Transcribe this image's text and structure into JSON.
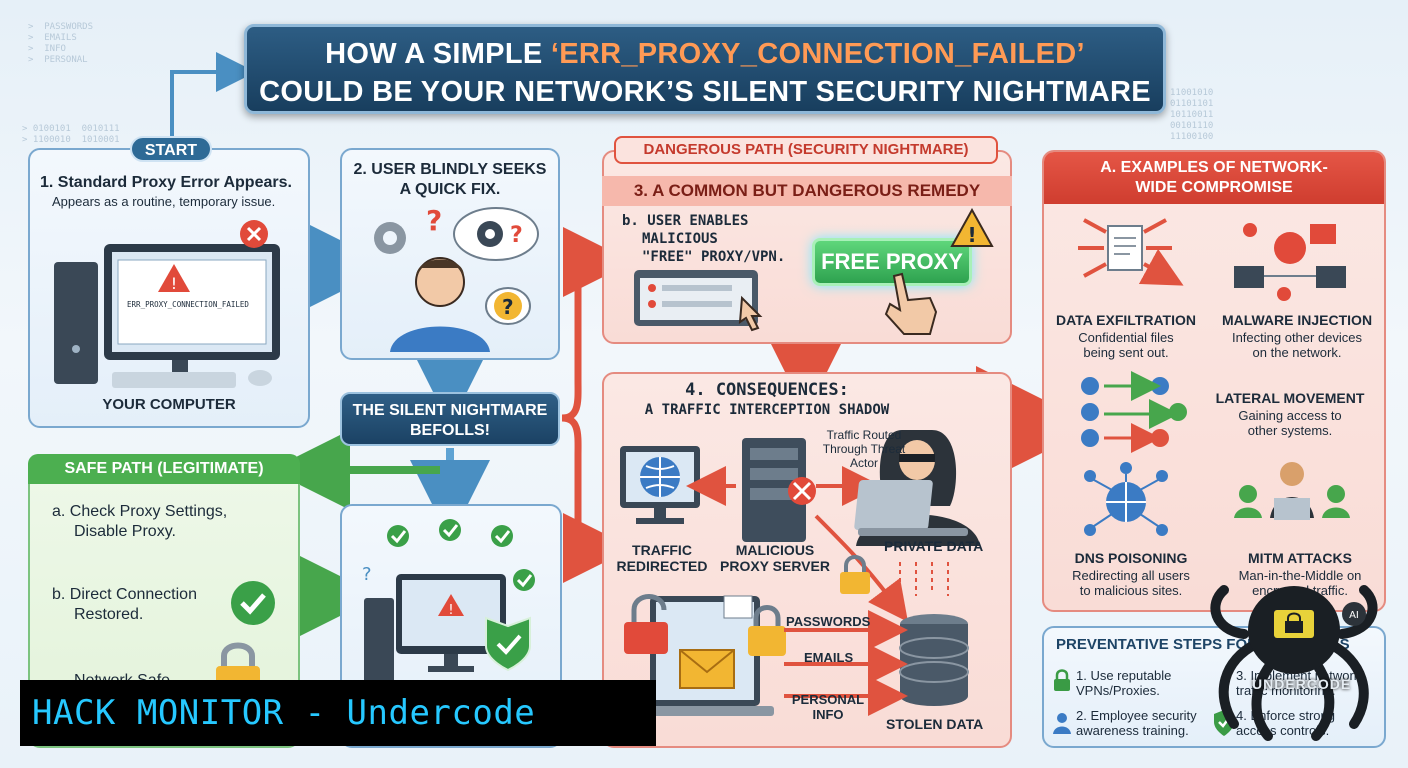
{
  "title": {
    "line1_pre": "HOW A SIMPLE ",
    "line1_hl": "‘ERR_PROXY_CONNECTION_FAILED’",
    "line2": "COULD BE YOUR NETWORK’S SILENT SECURITY NIGHTMARE"
  },
  "start": {
    "pill": "START",
    "step1_title": "1. Standard Proxy Error Appears.",
    "step1_sub": "Appears as a routine, temporary issue.",
    "error_code": "ERR_PROXY_CONNECTION_FAILED",
    "computer_label": "YOUR COMPUTER"
  },
  "step2": {
    "title_line1": "2. USER BLINDLY SEEKS",
    "title_line2": "A QUICK FIX."
  },
  "nightmare": {
    "line1": "THE SILENT NIGHTMARE",
    "line2": "BEFOLLS!"
  },
  "safe": {
    "header": "SAFE PATH (LEGITIMATE)",
    "a_line1": "a. Check Proxy Settings,",
    "a_line2": "Disable Proxy.",
    "b_line1": "b. Direct Connection",
    "b_line2": "Restored.",
    "c_partial": "Network Safe"
  },
  "danger": {
    "header": "DANGEROUS PATH (SECURITY NIGHTMARE)",
    "step3": "3. A COMMON BUT DANGEROUS REMEDY",
    "b_line1": "b. USER ENABLES",
    "b_line2": "MALICIOUS",
    "b_line3": "\"FREE\" PROXY/VPN.",
    "free_proxy": "FREE PROXY"
  },
  "consequences": {
    "title_line1": "4. CONSEQUENCES:",
    "title_line2": "A TRAFFIC INTERCEPTION SHADOW",
    "routed_line1": "Traffic Routed",
    "routed_line2": "Through Threat",
    "routed_line3": "Actor",
    "traffic_line1": "TRAFFIC",
    "traffic_line2": "REDIRECTED",
    "server_line1": "MALICIOUS",
    "server_line2": "PROXY SERVER",
    "private": "PRIVATE DATA",
    "passwords": "PASSWORDS",
    "emails": "EMAILS",
    "personal_line1": "PERSONAL",
    "personal_line2": "INFO",
    "stolen": "STOLEN DATA"
  },
  "examples": {
    "header_line1": "A. EXAMPLES OF NETWORK-",
    "header_line2": "WIDE COMPROMISE",
    "exfil_title": "DATA EXFILTRATION",
    "exfil_sub1": "Confidential files",
    "exfil_sub2": "being sent out.",
    "malware_title": "MALWARE INJECTION",
    "malware_sub1": "Infecting other devices",
    "malware_sub2": "on the network.",
    "lateral_title": "LATERAL MOVEMENT",
    "lateral_sub1": "Gaining access to",
    "lateral_sub2": "other systems.",
    "dns_title": "DNS POISONING",
    "dns_sub1": "Redirecting all users",
    "dns_sub2": "to malicious sites.",
    "mitm_title": "MITM ATTACKS",
    "mitm_sub1": "Man-in-the-Middle on",
    "mitm_sub2": "encrypted traffic."
  },
  "prevent": {
    "header": "PREVENTATIVE STEPS FOR NETWORKS",
    "s1_line1": "1. Use reputable",
    "s1_line2": "VPNs/Proxies.",
    "s2_line1": "2. Employee security",
    "s2_line2": "awareness training.",
    "s3_line1": "3. Implement network",
    "s3_line2": "traffic monitoring.",
    "s4_line1": "4. Enforce strong",
    "s4_line2": "access controls."
  },
  "banner": "HACK MONITOR - Undercode",
  "watermark": "UNDERCODE",
  "bg_code": {
    "left_block": ">  PASSWORDS\n>  EMAILS\n>  INFO\n>  PERSONAL",
    "left_bin": "> 0100101  0010111\n> 1100010  1010001",
    "right_bin": "11001010\n01101101\n10110011\n00101110\n11100100"
  },
  "colors": {
    "navy": "#1d4466",
    "danger": "#d9463a",
    "safe": "#3a9b45",
    "accent_orange": "#ff9a55",
    "banner_text": "#26c8ff"
  }
}
